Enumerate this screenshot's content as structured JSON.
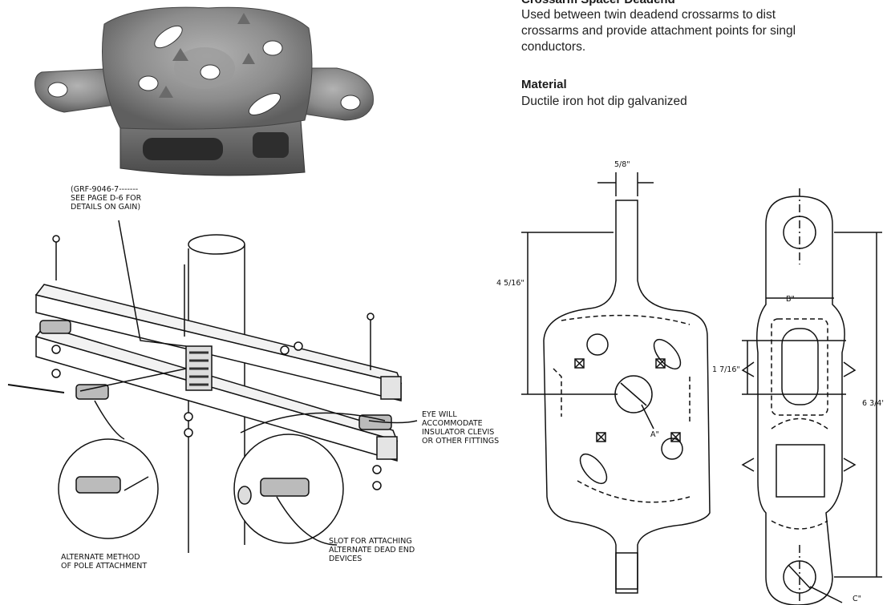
{
  "product": {
    "title": "Crossarm Spacer Deadend",
    "description_lines": [
      "Used between twin deadend crossarms to dist",
      "crossarms and provide attachment points for singl",
      "conductors."
    ]
  },
  "material": {
    "heading": "Material",
    "value": "Ductile iron hot dip galvanized"
  },
  "assembly_callouts": {
    "gain_ref": [
      "(GRF-9046-7-------",
      "SEE PAGE D-6 FOR",
      "DETAILS ON GAIN)"
    ],
    "eye_note": [
      "EYE WILL",
      "ACCOMMODATE",
      "INSULATOR CLEVIS",
      "OR OTHER FITTINGS"
    ],
    "alt_method": [
      "ALTERNATE METHOD",
      "OF POLE ATTACHMENT"
    ],
    "slot_note": [
      "SLOT FOR ATTACHING",
      "ALTERNATE DEAD END",
      "DEVICES"
    ]
  },
  "dimensions": {
    "top_width": "5/8\"",
    "upper_height": "4 5/16\"",
    "hole_a": "A\"",
    "slot_width": "B\"",
    "slot_height": "1 7/16\"",
    "overall_length": "6 3/4'",
    "end_hole_c": "C\""
  }
}
